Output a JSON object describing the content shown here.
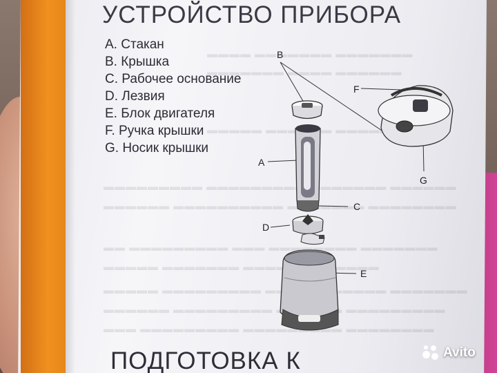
{
  "heading_top": "УСТРОЙСТВО ПРИБОРА",
  "heading_bottom": "ПОДГОТОВКА К",
  "parts": [
    "A. Стакан",
    "B. Крышка",
    "C. Рабочее основание",
    "D. Лезвия",
    "E. Блок двигателя",
    "F. Ручка крышки",
    "G. Носик крышки"
  ],
  "diagram_labels": {
    "a": "A",
    "b": "B",
    "c": "C",
    "d": "D",
    "e": "E",
    "f": "F",
    "g": "G"
  },
  "watermark": "Avito",
  "colors": {
    "stripe": "#f0901f",
    "paper": "#f1f1f5",
    "ink": "#2b2b35"
  }
}
